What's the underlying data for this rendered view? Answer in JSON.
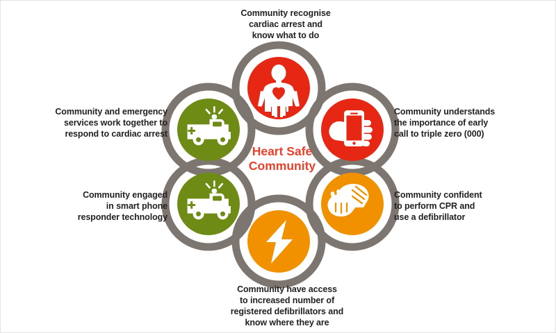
{
  "title": "Heart Safe Community",
  "center": {
    "line1": "Heart Safe",
    "line2": "Community",
    "text": "Heart Safe\nCommunity",
    "color": "#e8402a"
  },
  "colors": {
    "ring": "#7d7570",
    "red": "#e52713",
    "orange": "#f29100",
    "green": "#6e8b15",
    "text": "#231f20",
    "background": "#ffffff",
    "border": "#e3e3e3"
  },
  "nodes": [
    {
      "id": "recognise-cardiac-arrest",
      "position": "top",
      "icon": "person-with-heart-icon",
      "fill": "#e52713",
      "label": "Community recognise\ncardiac arrest and\nknow what to do"
    },
    {
      "id": "call-triple-zero",
      "position": "right-upper",
      "icon": "hand-holding-phone-icon",
      "fill": "#e52713",
      "label": "Community understands\nthe importance of early\ncall to triple zero (000)"
    },
    {
      "id": "perform-cpr",
      "position": "right-lower",
      "icon": "cpr-hands-icon",
      "fill": "#f29100",
      "label": "Community confident\nto perform CPR and\nuse a defibrillator"
    },
    {
      "id": "registered-defibrillators",
      "position": "bottom",
      "icon": "lightning-bolt-icon",
      "fill": "#f29100",
      "label": "Community have access\nto increased number of\nregistered defibrillators and\nknow where they are"
    },
    {
      "id": "smart-phone-responder",
      "position": "left-lower",
      "icon": "ambulance-icon",
      "fill": "#6e8b15",
      "label": "Community engaged\nin smart phone\nresponder technology"
    },
    {
      "id": "emergency-services-together",
      "position": "left-upper",
      "icon": "ambulance-icon",
      "fill": "#6e8b15",
      "label": "Community and emergency\nservices work together to\nrespond to cardiac arrest"
    }
  ]
}
